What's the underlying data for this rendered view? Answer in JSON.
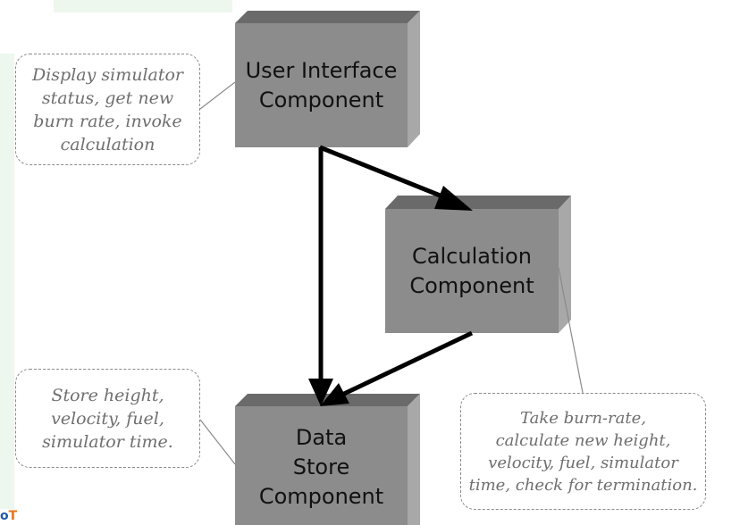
{
  "components": {
    "ui": {
      "label": "User Interface\nComponent"
    },
    "calc": {
      "label": "Calculation\nComponent"
    },
    "store": {
      "label": "Data\nStore\nComponent"
    }
  },
  "callouts": {
    "ui_note": "Display simulator\nstatus, get new\nburn rate, invoke\ncalculation",
    "store_note": "Store height,\nvelocity, fuel,\nsimulator time.",
    "calc_note": "Take burn-rate,\ncalculate new height,\nvelocity, fuel, simulator\ntime, check for termination."
  },
  "colors": {
    "box_front": "#8c8c8c",
    "box_top": "#6a6a6a",
    "box_side": "#a8a8a8",
    "arrow": "#000000",
    "callout_text": "#6f6f6f"
  },
  "logo": {
    "text": "oT"
  }
}
